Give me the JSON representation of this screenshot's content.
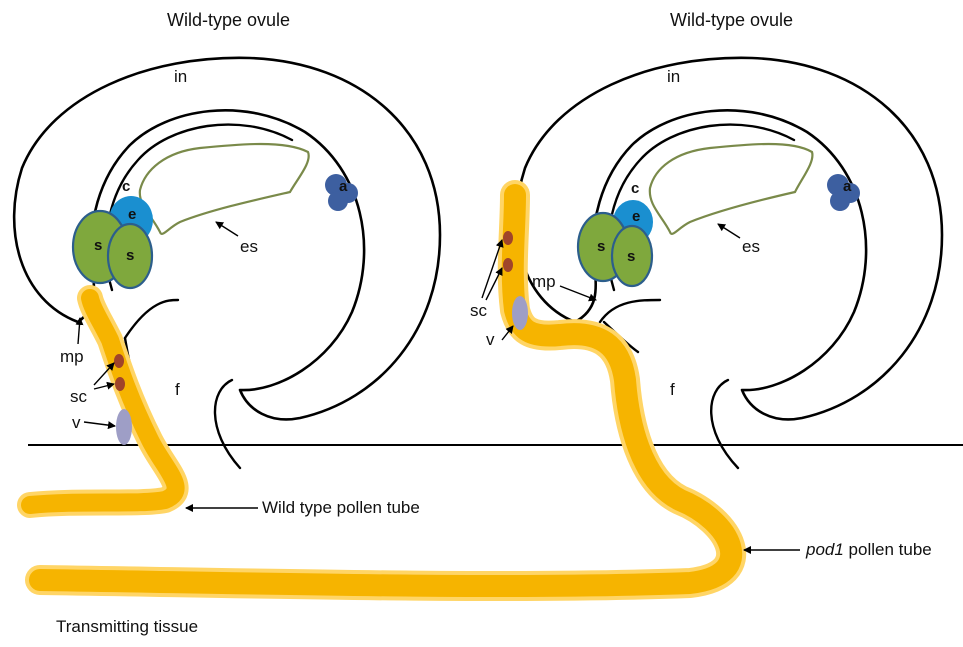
{
  "titles": {
    "left": "Wild-type ovule",
    "right": "Wild-type ovule"
  },
  "labels": {
    "in": "in",
    "c": "c",
    "e": "e",
    "s": "s",
    "a": "a",
    "es": "es",
    "mp": "mp",
    "sc": "sc",
    "v": "v",
    "f": "f"
  },
  "tubes": {
    "wild_type": "Wild type pollen tube",
    "pod1_italic": "pod1",
    "pod1_rest": " pollen tube"
  },
  "tissue": "Transmitting tissue",
  "colors": {
    "pollen_tube": "#f6b400",
    "synergid": "#7fa83d",
    "egg": "#1a8fd0",
    "antipodal": "#3d5fa0",
    "sperm_cell": "#a0442a",
    "vegetative_nucleus": "#9e9ec6",
    "embryo_sac_outline": "#7a8a4a"
  }
}
